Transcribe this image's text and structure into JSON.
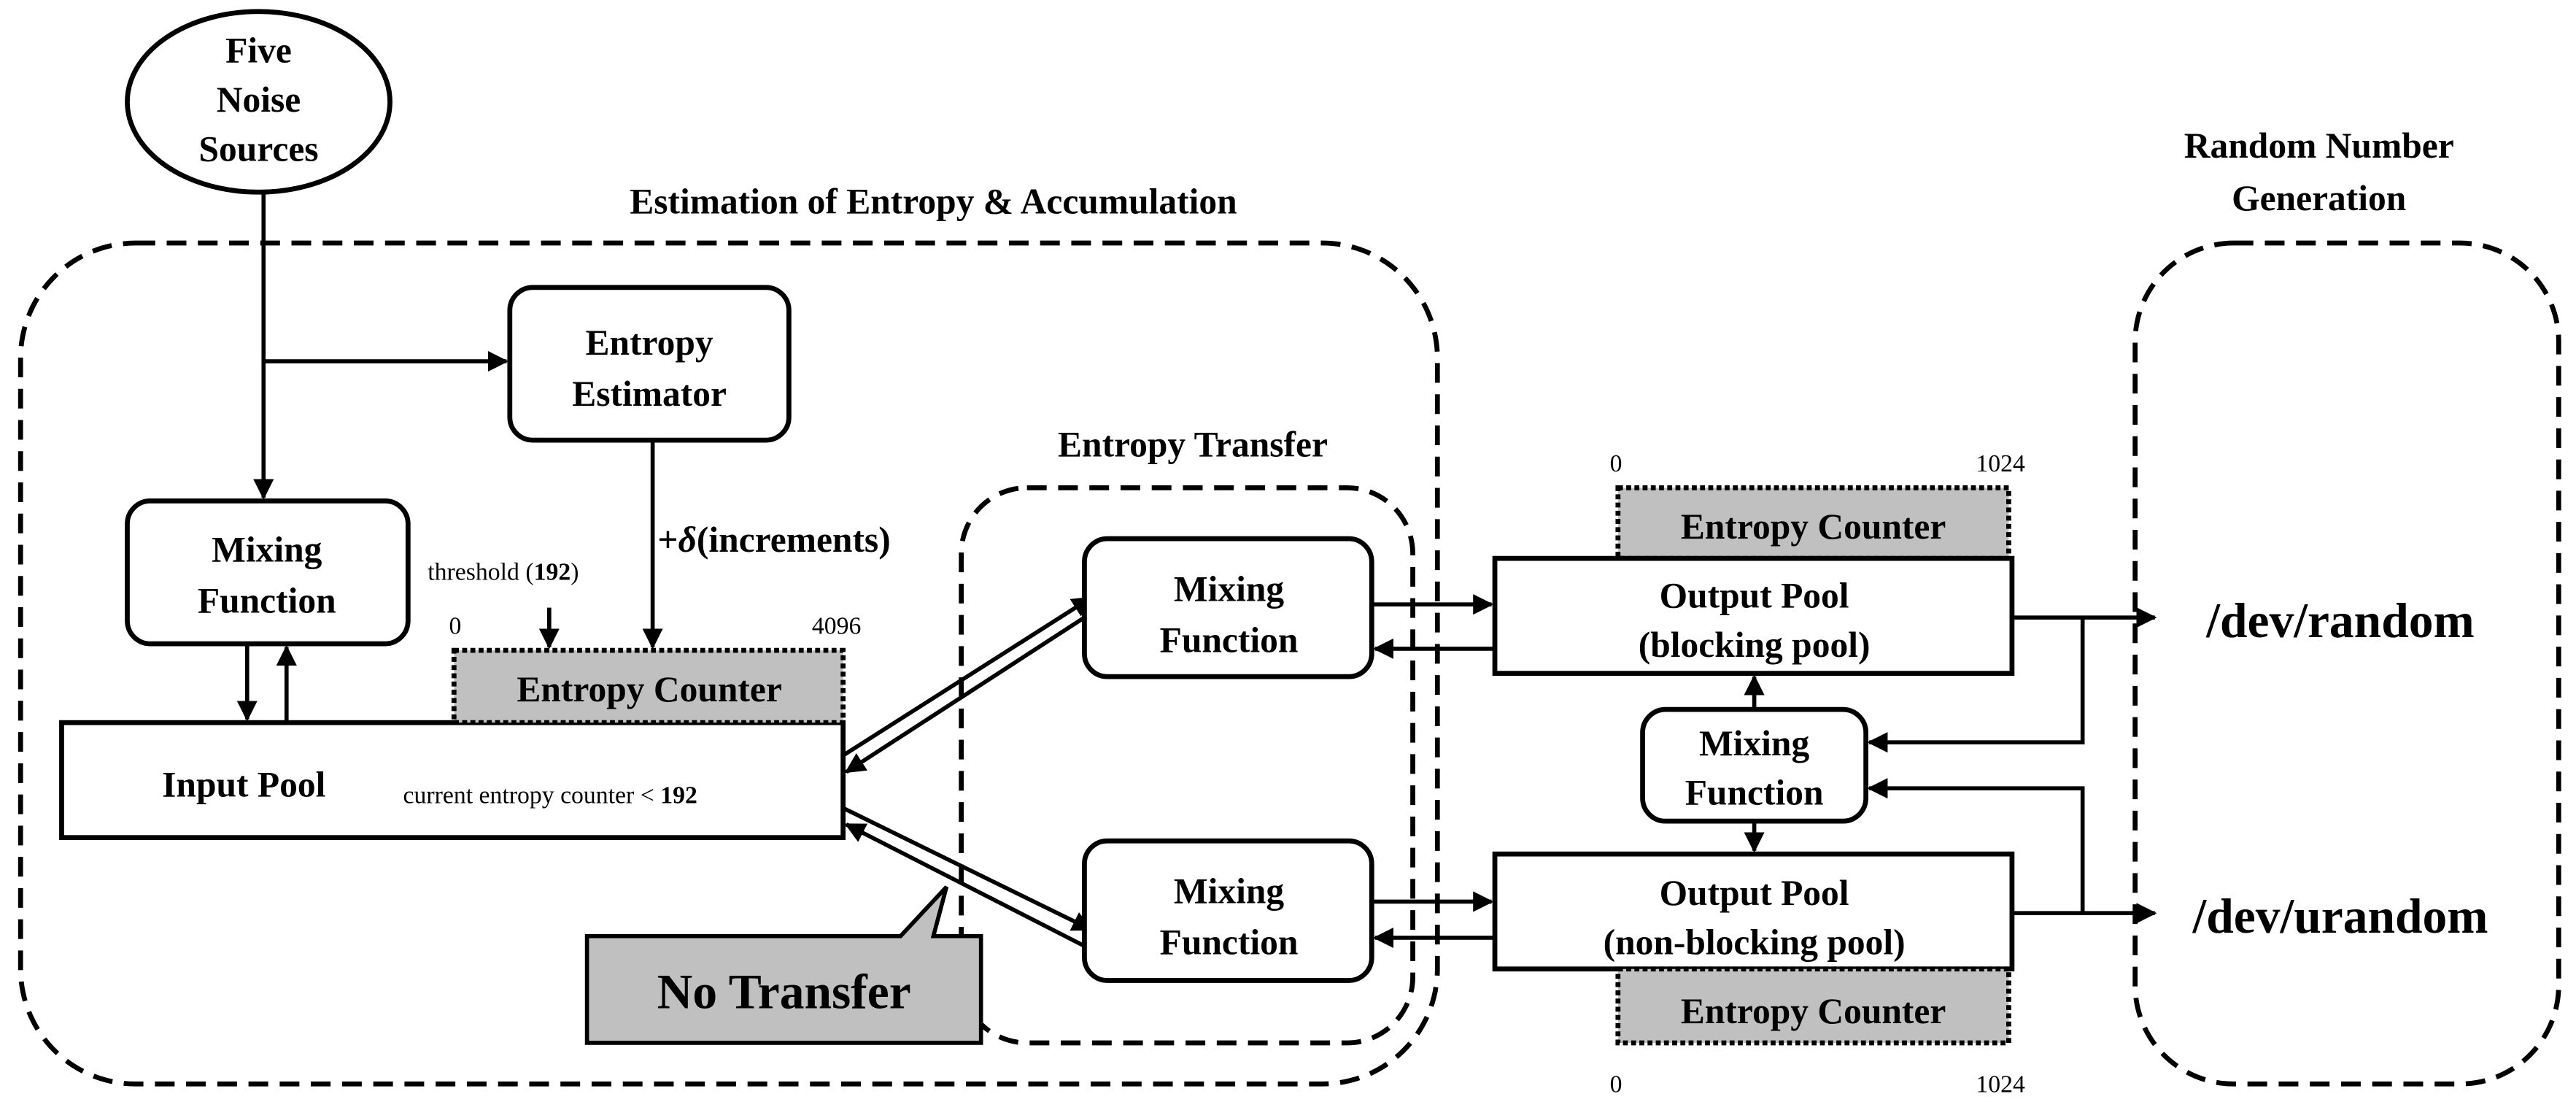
{
  "noise_sources": {
    "line1": "Five",
    "line2": "Noise",
    "line3": "Sources"
  },
  "accumulation_group": {
    "title": "Estimation of Entropy & Accumulation"
  },
  "entropy_estimator": {
    "line1": "Entropy",
    "line2": "Estimator"
  },
  "input_mixing": {
    "line1": "Mixing",
    "line2": "Function"
  },
  "threshold_label": {
    "text": "threshold (",
    "value": "192",
    "close": ")"
  },
  "increments_label": {
    "plus": "+",
    "delta": "δ",
    "text": "(increments)"
  },
  "input_counter": {
    "label": "Entropy Counter",
    "min": "0",
    "max": "4096"
  },
  "input_pool": {
    "label": "Input Pool",
    "condition": "current entropy counter < ",
    "condition_value": "192"
  },
  "transfer_group": {
    "title": "Entropy Transfer"
  },
  "transfer_mixing_top": {
    "line1": "Mixing",
    "line2": "Function"
  },
  "transfer_mixing_bottom": {
    "line1": "Mixing",
    "line2": "Function"
  },
  "no_transfer": {
    "label": "No Transfer"
  },
  "blocking_pool": {
    "line1": "Output Pool",
    "line2": "(blocking pool)"
  },
  "blocking_counter": {
    "label": "Entropy Counter",
    "min": "0",
    "max": "1024"
  },
  "output_mixing": {
    "line1": "Mixing",
    "line2": "Function"
  },
  "nonblocking_pool": {
    "line1": "Output Pool",
    "line2": "(non-blocking pool)"
  },
  "nonblocking_counter": {
    "label": "Entropy Counter",
    "min": "0",
    "max": "1024"
  },
  "rng_group": {
    "line1": "Random Number",
    "line2": "Generation"
  },
  "outputs": {
    "random": "/dev/random",
    "urandom": "/dev/urandom"
  },
  "colors": {
    "counter_fill": "#c0c0c0",
    "stroke": "#000000"
  }
}
